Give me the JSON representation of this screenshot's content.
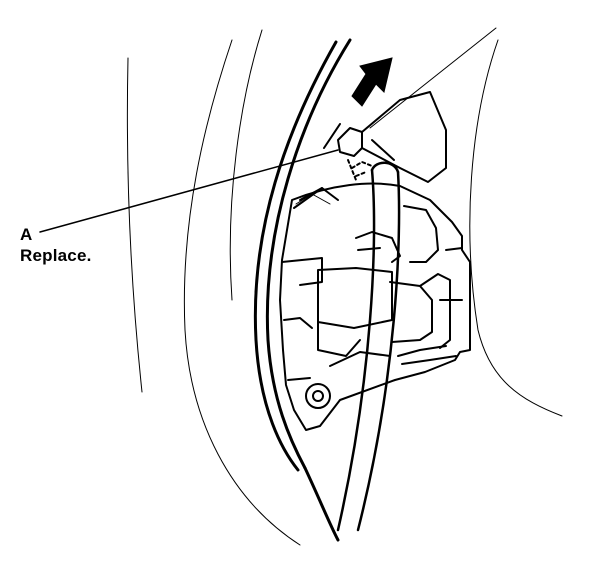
{
  "callout": {
    "letter": "A",
    "text": "Replace."
  },
  "colors": {
    "ink": "#000000",
    "background": "#ffffff"
  },
  "arrow_direction": "up-right"
}
